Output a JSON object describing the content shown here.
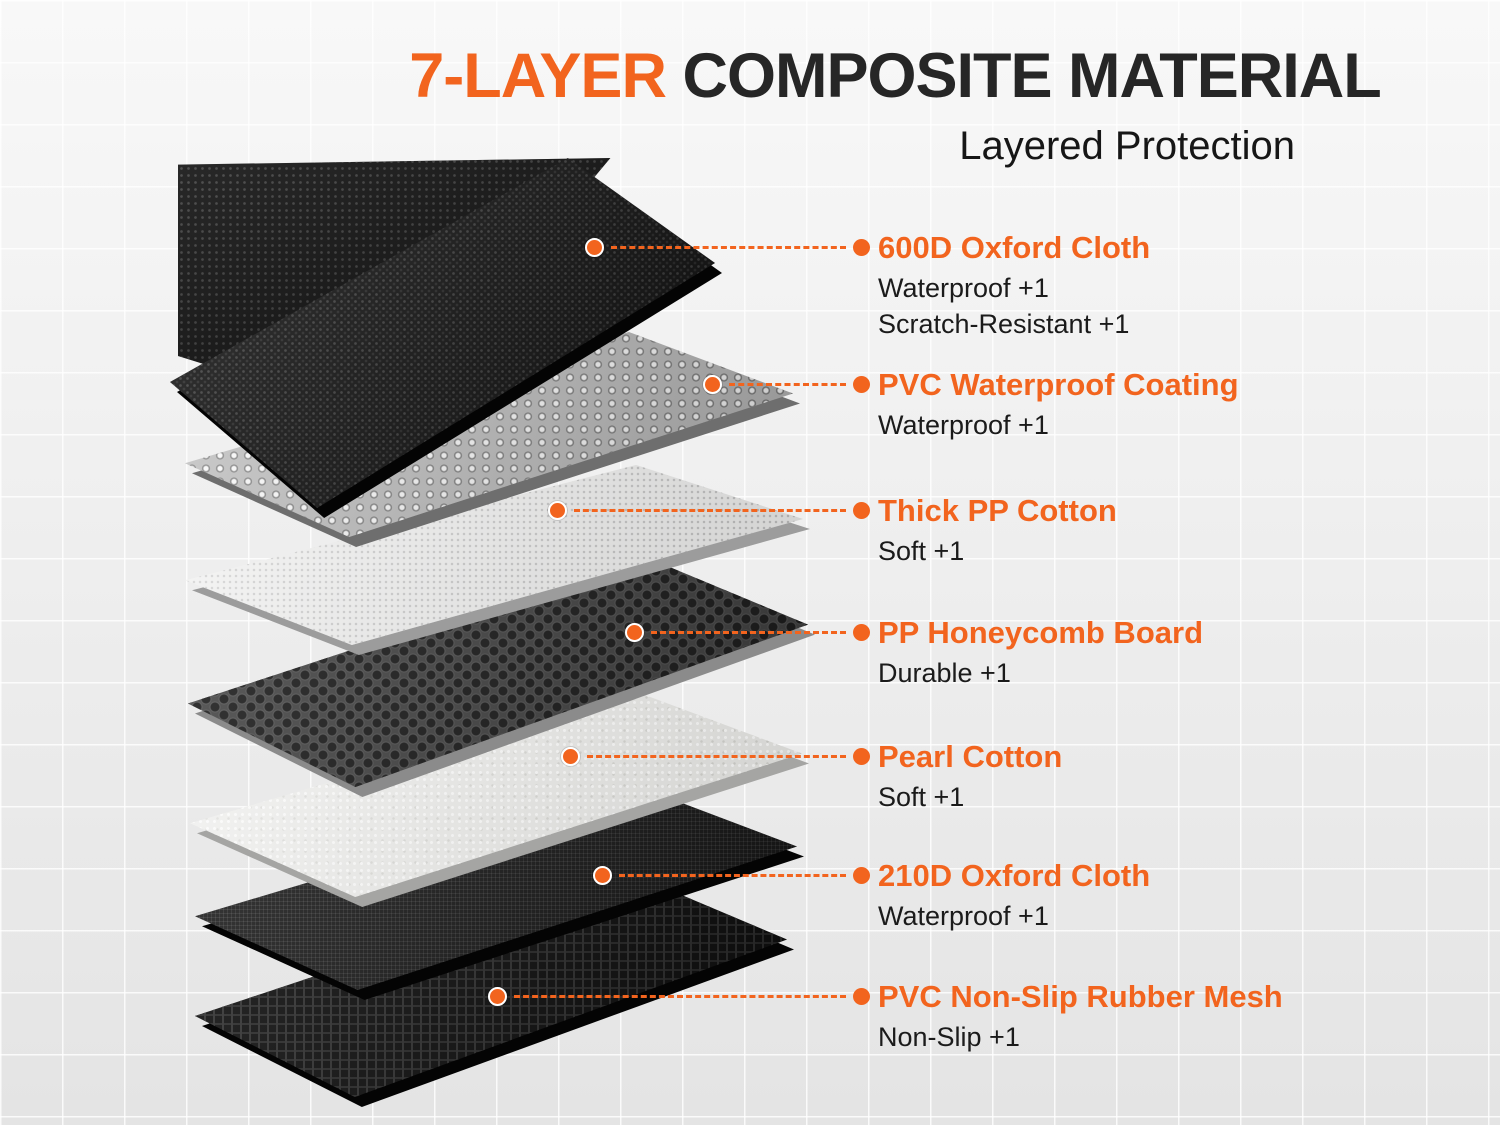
{
  "title": {
    "highlight": "7-LAYER",
    "rest": "COMPOSITE MATERIAL",
    "subtitle": "Layered Protection"
  },
  "colors": {
    "accent": "#f2641e",
    "heading": "#262626",
    "body_text": "#1b1b1b",
    "background": "#efefef"
  },
  "layers": [
    {
      "name": "600D Oxford Cloth",
      "props": [
        "Waterproof +1",
        "Scratch-Resistant +1"
      ]
    },
    {
      "name": "PVC Waterproof Coating",
      "props": [
        "Waterproof +1"
      ]
    },
    {
      "name": "Thick PP Cotton",
      "props": [
        "Soft +1"
      ]
    },
    {
      "name": "PP Honeycomb Board",
      "props": [
        "Durable +1"
      ]
    },
    {
      "name": "Pearl Cotton",
      "props": [
        "Soft +1"
      ]
    },
    {
      "name": "210D Oxford Cloth",
      "props": [
        "Waterproof +1"
      ]
    },
    {
      "name": "PVC Non-Slip Rubber Mesh",
      "props": [
        "Non-Slip +1"
      ]
    }
  ]
}
